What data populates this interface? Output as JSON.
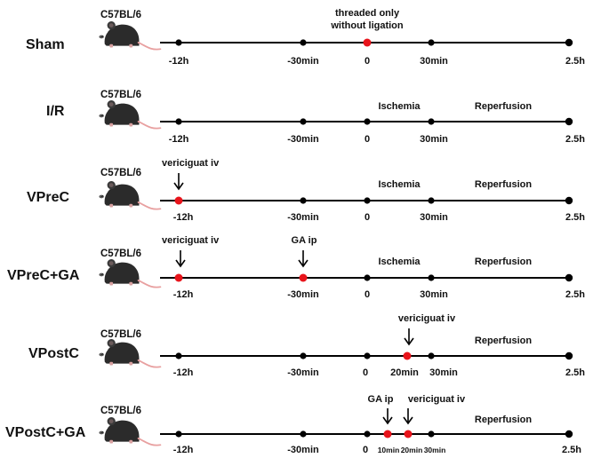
{
  "colors": {
    "line": "#000000",
    "dot": "#000000",
    "treatment_dot": "#e8141b",
    "mouse": "#2b2b2b",
    "tail": "#e8a0a0"
  },
  "icons": {
    "mouse": "mouse-icon",
    "arrow": "down-arrow-icon"
  },
  "protocols": [
    {
      "label": "Sham",
      "strain": "C57BL/6",
      "ticks": [
        "-12h",
        "-30min",
        "0",
        "30min",
        "2.5h"
      ],
      "red_points": [
        "0"
      ],
      "annotations": [
        {
          "lines": [
            "threaded only",
            "without ligation"
          ]
        }
      ],
      "phases": []
    },
    {
      "label": "I/R",
      "strain": "C57BL/6",
      "ticks": [
        "-12h",
        "-30min",
        "0",
        "30min",
        "2.5h"
      ],
      "red_points": [],
      "annotations": [],
      "phases": [
        "Ischemia",
        "Reperfusion"
      ]
    },
    {
      "label": "VPreC",
      "strain": "C57BL/6",
      "ticks": [
        "-12h",
        "-30min",
        "0",
        "30min",
        "2.5h"
      ],
      "red_points": [
        "-12h"
      ],
      "annotations": [
        {
          "lines": [
            "vericiguat iv"
          ]
        }
      ],
      "phases": [
        "Ischemia",
        "Reperfusion"
      ]
    },
    {
      "label": "VPreC+GA",
      "strain": "C57BL/6",
      "ticks": [
        "-12h",
        "-30min",
        "0",
        "30min",
        "2.5h"
      ],
      "red_points": [
        "-12h",
        "-30min"
      ],
      "annotations": [
        {
          "lines": [
            "vericiguat iv"
          ]
        },
        {
          "lines": [
            "GA ip"
          ]
        }
      ],
      "phases": [
        "Ischemia",
        "Reperfusion"
      ]
    },
    {
      "label": "VPostC",
      "strain": "C57BL/6",
      "ticks": [
        "-12h",
        "-30min",
        "0",
        "20min",
        "30min",
        "2.5h"
      ],
      "red_points": [
        "20min"
      ],
      "annotations": [
        {
          "lines": [
            "vericiguat iv"
          ]
        }
      ],
      "phases": [
        "Reperfusion"
      ]
    },
    {
      "label": "VPostC+GA",
      "strain": "C57BL/6",
      "ticks": [
        "-12h",
        "-30min",
        "0",
        "10min",
        "20min",
        "30min",
        "2.5h"
      ],
      "red_points": [
        "10min",
        "20min"
      ],
      "annotations": [
        {
          "lines": [
            "GA ip"
          ]
        },
        {
          "lines": [
            "vericiguat iv"
          ]
        }
      ],
      "phases": [
        "Reperfusion"
      ]
    }
  ]
}
